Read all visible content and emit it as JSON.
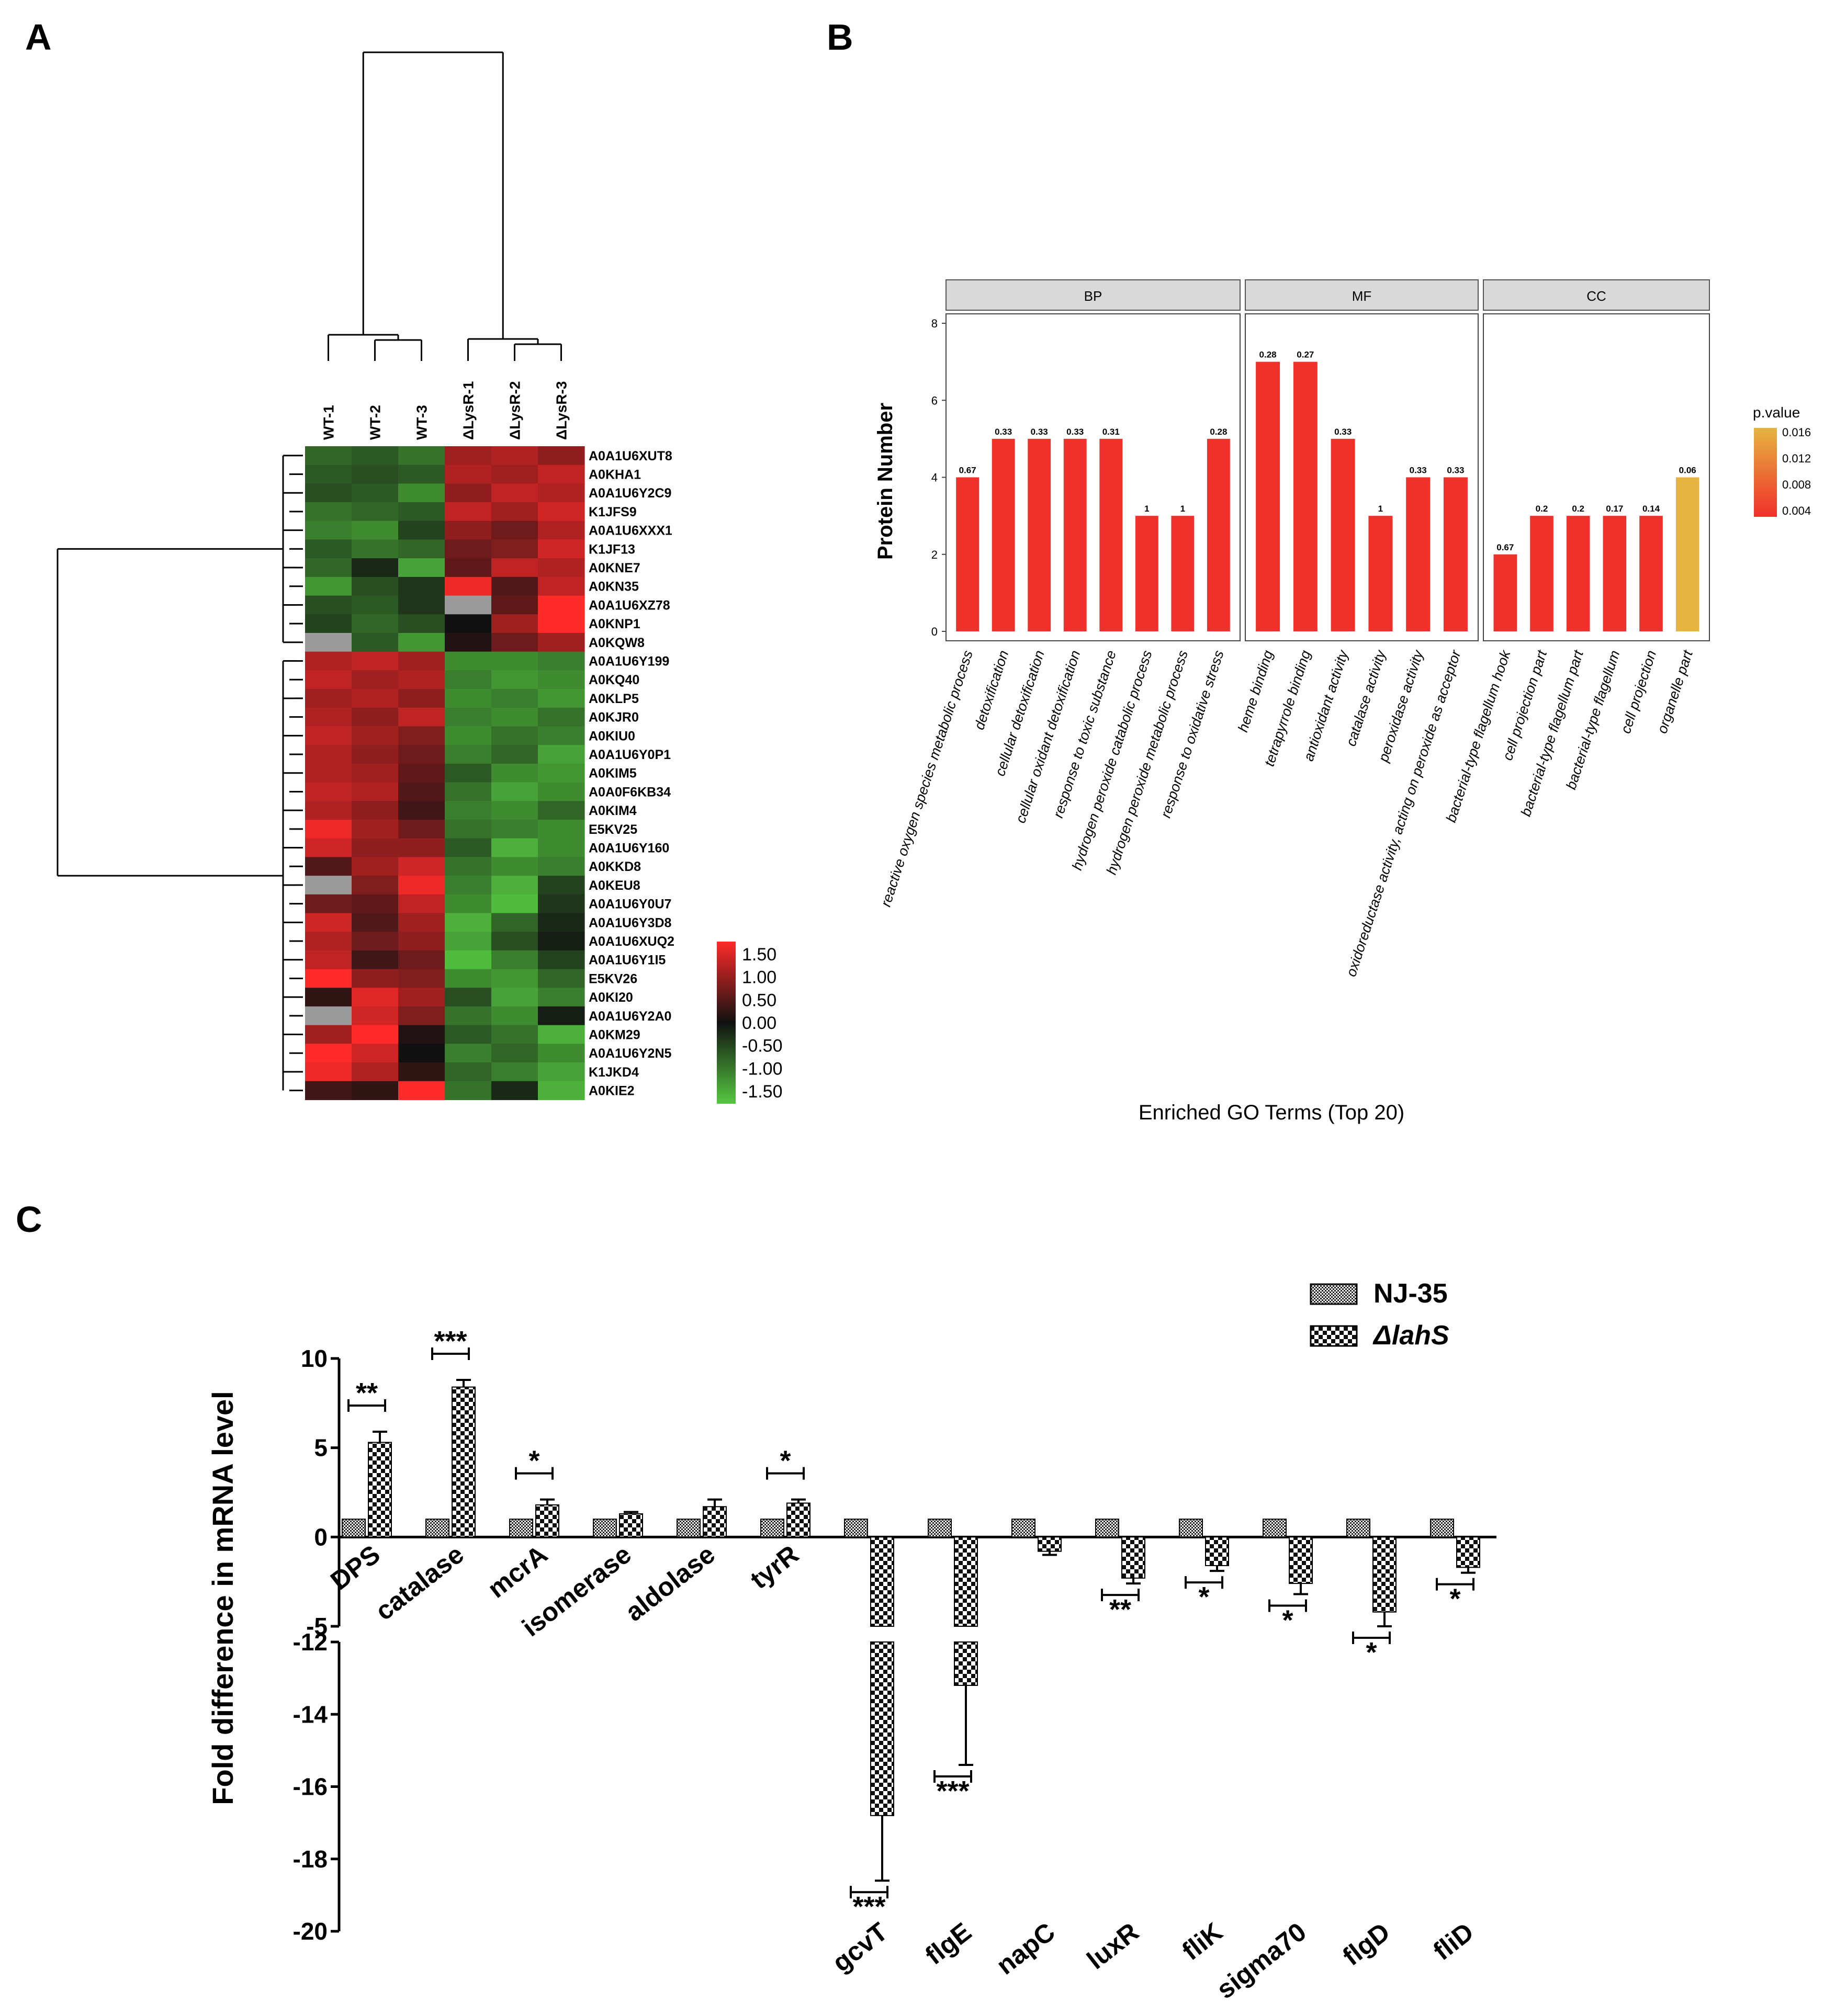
{
  "panel_labels": [
    "A",
    "B",
    "C"
  ],
  "colors": {
    "heat_high": "#ff2a2a",
    "heat_mid": "#111111",
    "heat_low": "#55c840",
    "heat_missing": "#9a9a9a",
    "go_bar_low_p": "#f0302a",
    "go_bar_high_p": "#e6b440",
    "facet_strip": "#d9d9d9"
  },
  "chart_data": [
    {
      "type": "heatmap",
      "panel": "A",
      "columns": [
        "WT-1",
        "WT-2",
        "WT-3",
        "ΔLysR-1",
        "ΔLysR-2",
        "ΔLysR-3"
      ],
      "rows": [
        "A0A1U6XUT8",
        "A0KHA1",
        "A0A1U6Y2C9",
        "K1JFS9",
        "A0A1U6XXX1",
        "K1JF13",
        "A0KNE7",
        "A0KN35",
        "A0A1U6XZ78",
        "A0KNP1",
        "A0KQW8",
        "A0A1U6Y199",
        "A0KQ40",
        "A0KLP5",
        "A0KJR0",
        "A0KIU0",
        "A0A1U6Y0P1",
        "A0KIM5",
        "A0A0F6KB34",
        "A0KIM4",
        "E5KV25",
        "A0A1U6Y160",
        "A0KKD8",
        "A0KEU8",
        "A0A1U6Y0U7",
        "A0A1U6Y3D8",
        "A0A1U6XUQ2",
        "A0A1U6Y1I5",
        "E5KV26",
        "A0KI20",
        "A0A1U6Y2A0",
        "A0KM29",
        "A0A1U6Y2N5",
        "K1JKD4",
        "A0KIE2"
      ],
      "values": [
        [
          -0.7,
          -0.6,
          -0.8,
          0.9,
          1.0,
          0.8
        ],
        [
          -0.6,
          -0.5,
          -0.6,
          1.0,
          0.9,
          1.1
        ],
        [
          -0.5,
          -0.6,
          -1.0,
          0.8,
          1.1,
          1.0
        ],
        [
          -0.8,
          -0.7,
          -0.6,
          1.1,
          0.9,
          1.2
        ],
        [
          -0.9,
          -1.0,
          -0.4,
          0.8,
          0.6,
          1.0
        ],
        [
          -0.6,
          -0.8,
          -0.7,
          0.6,
          0.7,
          1.2
        ],
        [
          -0.7,
          -0.2,
          -1.2,
          0.5,
          1.1,
          1.0
        ],
        [
          -1.1,
          -0.5,
          -0.3,
          1.4,
          0.4,
          1.1
        ],
        [
          -0.5,
          -0.6,
          -0.3,
          null,
          0.5,
          1.6
        ],
        [
          -0.4,
          -0.7,
          -0.5,
          0.0,
          0.9,
          1.6
        ],
        [
          null,
          -0.6,
          -1.1,
          0.1,
          0.6,
          0.9
        ],
        [
          1.0,
          1.1,
          0.9,
          -1.0,
          -1.0,
          -0.9
        ],
        [
          1.1,
          0.9,
          1.0,
          -0.9,
          -1.1,
          -1.0
        ],
        [
          0.9,
          1.0,
          0.8,
          -1.0,
          -0.9,
          -1.1
        ],
        [
          1.0,
          0.8,
          1.1,
          -0.9,
          -1.0,
          -0.8
        ],
        [
          1.1,
          0.9,
          0.7,
          -1.0,
          -0.8,
          -0.9
        ],
        [
          1.0,
          0.8,
          0.6,
          -0.9,
          -0.7,
          -1.2
        ],
        [
          1.0,
          0.9,
          0.5,
          -0.6,
          -1.0,
          -1.1
        ],
        [
          1.1,
          1.0,
          0.4,
          -0.8,
          -1.2,
          -1.0
        ],
        [
          1.0,
          0.8,
          0.3,
          -0.9,
          -1.0,
          -0.7
        ],
        [
          1.4,
          0.9,
          0.6,
          -0.8,
          -0.9,
          -1.0
        ],
        [
          1.2,
          0.8,
          0.8,
          -0.6,
          -1.3,
          -1.0
        ],
        [
          0.4,
          0.9,
          1.2,
          -0.8,
          -1.0,
          -0.9
        ],
        [
          null,
          0.7,
          1.4,
          -0.9,
          -1.3,
          -0.4
        ],
        [
          0.6,
          0.5,
          1.1,
          -1.0,
          -1.4,
          -0.3
        ],
        [
          1.2,
          0.4,
          0.9,
          -1.3,
          -0.7,
          -0.2
        ],
        [
          1.0,
          0.6,
          0.8,
          -1.2,
          -0.5,
          -0.1
        ],
        [
          1.1,
          0.3,
          0.6,
          -1.4,
          -0.9,
          -0.4
        ],
        [
          1.5,
          0.8,
          0.7,
          -1.0,
          -1.1,
          -0.7
        ],
        [
          0.2,
          1.3,
          0.9,
          -0.5,
          -1.2,
          -0.9
        ],
        [
          null,
          1.2,
          0.7,
          -0.8,
          -1.0,
          -0.1
        ],
        [
          0.9,
          1.5,
          0.1,
          -0.6,
          -0.8,
          -1.3
        ],
        [
          1.5,
          1.2,
          0.0,
          -0.9,
          -0.7,
          -1.0
        ],
        [
          1.4,
          1.0,
          0.2,
          -0.7,
          -0.9,
          -1.2
        ],
        [
          0.3,
          0.2,
          1.5,
          -0.8,
          -0.2,
          -1.3
        ]
      ],
      "colorbar_ticks": [
        "1.50",
        "1.00",
        "0.50",
        "0.00",
        "-0.50",
        "-1.00",
        "-1.50"
      ],
      "range": [
        -1.5,
        1.5
      ]
    },
    {
      "type": "bar",
      "panel": "B",
      "xlabel": "Enriched GO Terms (Top 20)",
      "ylabel": "Protein Number",
      "ylim": [
        0,
        8
      ],
      "yticks": [
        "0",
        "2",
        "4",
        "6",
        "8"
      ],
      "legend_title": "p.value",
      "legend_ticks": [
        "0.016",
        "0.012",
        "0.008",
        "0.004"
      ],
      "legend_position": "right",
      "facets": [
        {
          "name": "BP",
          "terms": [
            "reactive oxygen species metabolic process",
            "detoxification",
            "cellular detoxification",
            "cellular oxidant detoxification",
            "response to toxic substance",
            "hydrogen peroxide catabolic process",
            "hydrogen peroxide metabolic process",
            "response to oxidative stress"
          ],
          "values": [
            4,
            5,
            5,
            5,
            5,
            3,
            3,
            5
          ],
          "labels": [
            "0.67",
            "0.33",
            "0.33",
            "0.33",
            "0.31",
            "1",
            "1",
            "0.28"
          ],
          "p_values": [
            0.002,
            0.002,
            0.002,
            0.002,
            0.002,
            0.002,
            0.002,
            0.002
          ]
        },
        {
          "name": "MF",
          "terms": [
            "heme binding",
            "tetrapyrrole binding",
            "antioxidant activity",
            "catalase activity",
            "peroxidase activity",
            "oxidoreductase activity, acting on peroxide as acceptor"
          ],
          "values": [
            7,
            7,
            5,
            3,
            4,
            4
          ],
          "labels": [
            "0.28",
            "0.27",
            "0.33",
            "1",
            "0.33",
            "0.33"
          ],
          "p_values": [
            0.002,
            0.002,
            0.002,
            0.002,
            0.002,
            0.002
          ]
        },
        {
          "name": "CC",
          "terms": [
            "bacterial-type flagellum hook",
            "cell projection part",
            "bacterial-type flagellum part",
            "bacterial-type flagellum",
            "cell projection",
            "organelle part"
          ],
          "values": [
            2,
            3,
            3,
            3,
            3,
            4
          ],
          "labels": [
            "0.67",
            "0.2",
            "0.2",
            "0.17",
            "0.14",
            "0.06"
          ],
          "p_values": [
            0.002,
            0.002,
            0.002,
            0.002,
            0.002,
            0.015
          ]
        }
      ]
    },
    {
      "type": "bar",
      "panel": "C",
      "ylabel": "Fold difference in mRNA level",
      "broken_axis": true,
      "upper_ylim": [
        -5,
        10
      ],
      "lower_ylim": [
        -20,
        -12
      ],
      "yticks_upper": [
        "10",
        "5",
        "0",
        "-5"
      ],
      "yticks_lower": [
        "-12",
        "-14",
        "-16",
        "-18",
        "-20"
      ],
      "categories": [
        "DPS",
        "catalase",
        "mcrA",
        "isomerase",
        "aldolase",
        "tyrR",
        "gcvT",
        "flgE",
        "napC",
        "luxR",
        "fliK",
        "sigma70",
        "flgD",
        "fliD"
      ],
      "series": [
        {
          "name": "NJ-35",
          "values": [
            1,
            1,
            1,
            1,
            1,
            1,
            1,
            1,
            1,
            1,
            1,
            1,
            1,
            1
          ]
        },
        {
          "name": "ΔlahS",
          "values": [
            5.3,
            8.4,
            1.8,
            1.3,
            1.7,
            1.9,
            -16.8,
            -13.2,
            -0.8,
            -2.3,
            -1.6,
            -2.6,
            -4.2,
            -1.7
          ],
          "errors": [
            0.6,
            0.4,
            0.3,
            0.1,
            0.4,
            0.2,
            1.8,
            2.2,
            0.2,
            0.3,
            0.3,
            0.6,
            0.8,
            0.3
          ]
        }
      ],
      "significance": [
        "**",
        "***",
        "*",
        "",
        "",
        "*",
        "***",
        "***",
        "",
        "**",
        "*",
        "*",
        "*",
        "*"
      ]
    }
  ]
}
